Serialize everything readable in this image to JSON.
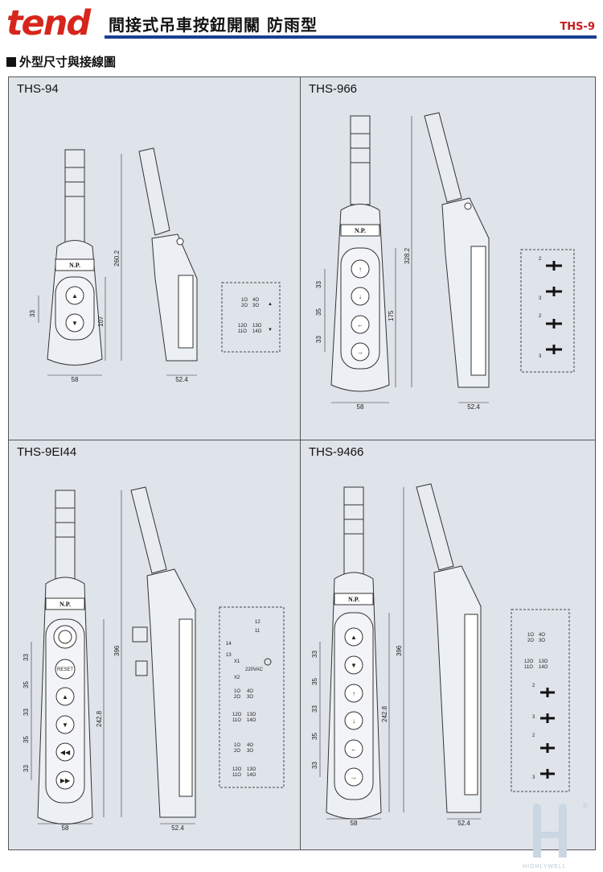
{
  "header": {
    "brand": "tend",
    "title": "間接式吊車按鈕開關 防雨型",
    "model_code": "THS-9"
  },
  "section_title": "外型尺寸與接線圖",
  "panels": {
    "p1": {
      "label": "THS-94",
      "dims": {
        "height": "260.2",
        "body": "107",
        "pitch": "33",
        "width": "58",
        "depth": "52.4"
      },
      "nameplate": "N.P.",
      "wiring": [
        "1O",
        "4O",
        "2O",
        "3O",
        "12O",
        "13O",
        "11O",
        "14O"
      ]
    },
    "p2": {
      "label": "THS-966",
      "dims": {
        "height": "328.2",
        "body": "175",
        "pitch_a": "33",
        "pitch_b": "35",
        "pitch_c": "33",
        "width": "58",
        "depth": "52.4"
      },
      "nameplate": "N.P.",
      "wiring": [
        "2",
        "3",
        "2",
        "3"
      ]
    },
    "p3": {
      "label": "THS-9EI44",
      "dims": {
        "height": "396",
        "body": "242.8",
        "p1": "33",
        "p2": "35",
        "p3": "33",
        "p4": "35",
        "p5": "33",
        "width": "58",
        "depth": "52.4"
      },
      "nameplate": "N.P.",
      "reset": "RESET",
      "wiring": [
        "12",
        "11",
        "14",
        "13",
        "X1",
        "220VAC",
        "X2",
        "1O",
        "4O",
        "2O",
        "3O",
        "12O",
        "13O",
        "11O",
        "14O",
        "1O",
        "4O",
        "2O",
        "3O",
        "12O",
        "13O",
        "11O",
        "14O"
      ]
    },
    "p4": {
      "label": "THS-9466",
      "dims": {
        "height": "396",
        "body": "242.8",
        "p1": "33",
        "p2": "35",
        "p3": "33",
        "p4": "35",
        "p5": "33",
        "width": "58",
        "depth": "52.4"
      },
      "nameplate": "N.P.",
      "wiring": [
        "1O",
        "4O",
        "2O",
        "3O",
        "12O",
        "13O",
        "11O",
        "14O",
        "2",
        "3",
        "2",
        "3"
      ]
    }
  },
  "watermark": {
    "text": "HIGHLYWELL",
    "mark": "®"
  },
  "colors": {
    "brand_red": "#d6261c",
    "rule_blue": "#1a3f8f",
    "panel_bg": "#dfe3ea"
  }
}
